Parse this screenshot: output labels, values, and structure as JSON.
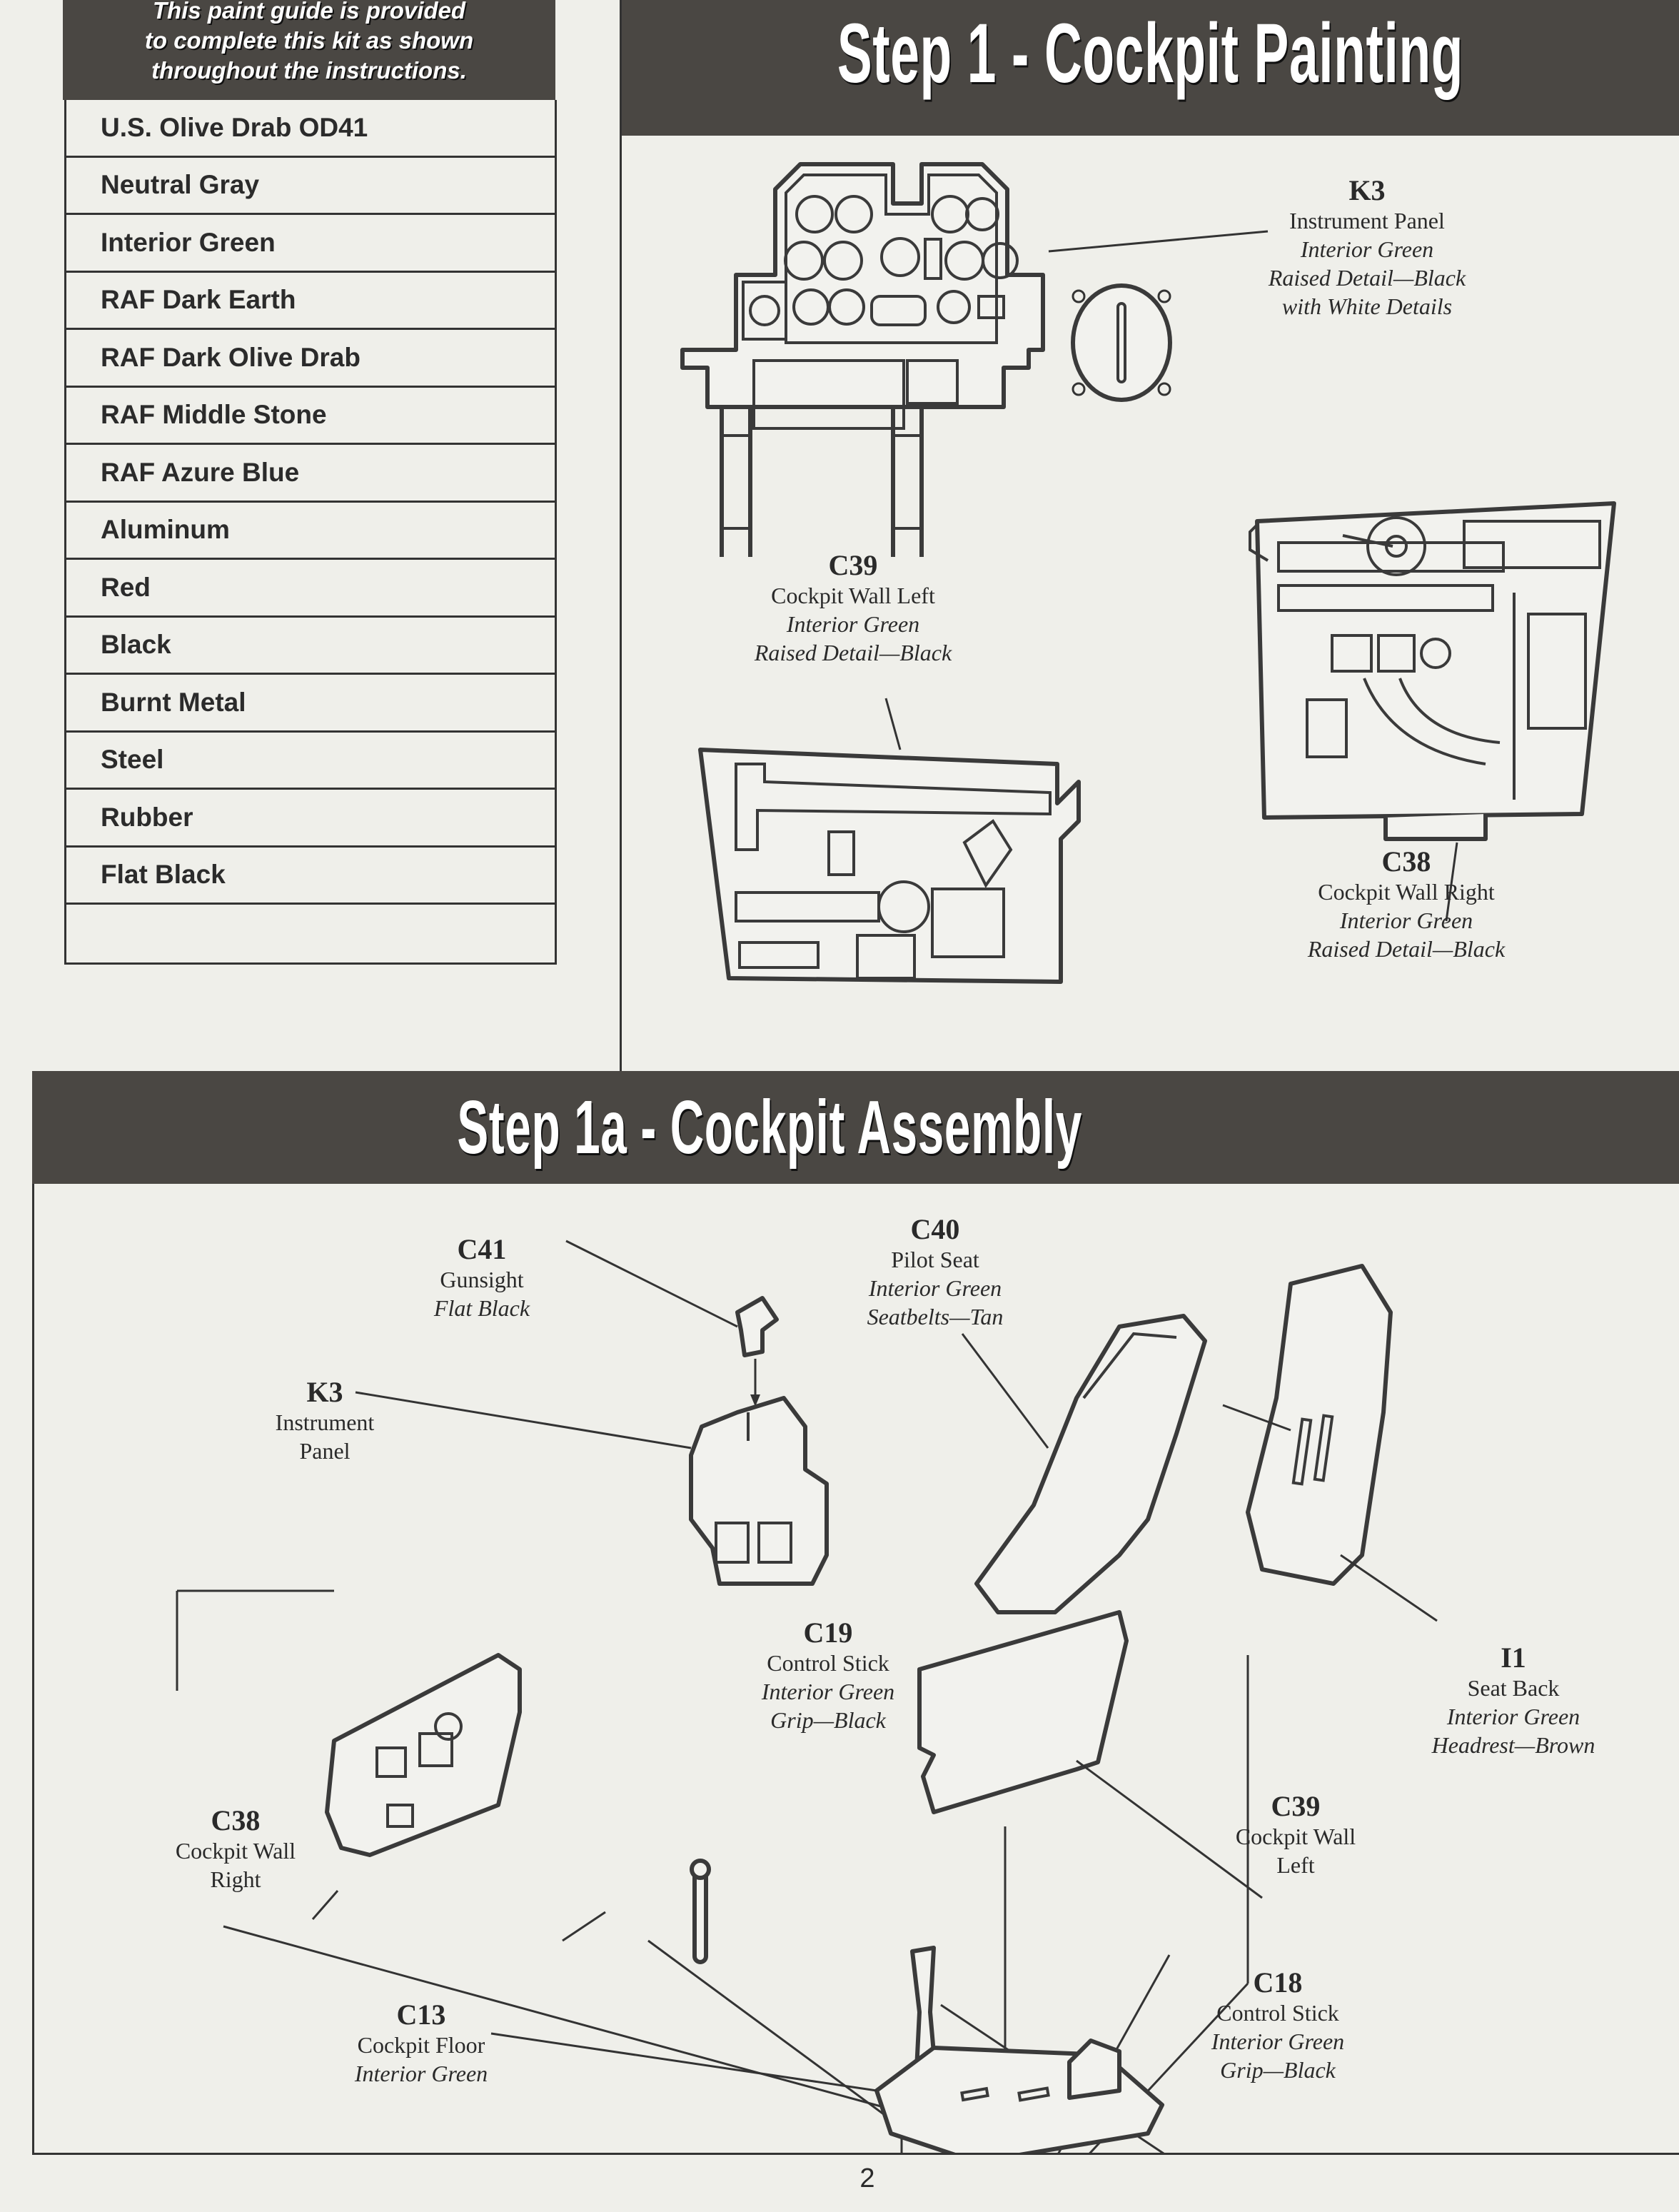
{
  "paint_guide": {
    "intro_lines": [
      "This paint guide is provided",
      "to complete this kit as shown",
      "throughout the instructions."
    ],
    "colors": [
      "U.S. Olive Drab OD41",
      "Neutral Gray",
      "Interior Green",
      "RAF Dark Earth",
      "RAF Dark Olive Drab",
      "RAF Middle Stone",
      "RAF Azure Blue",
      "Aluminum",
      "Red",
      "Black",
      "Burnt Metal",
      "Steel",
      "Rubber",
      "Flat Black",
      ""
    ]
  },
  "step1": {
    "title": "Step 1 - Cockpit  Painting",
    "callouts": {
      "k3": {
        "part": "K3",
        "name": "Instrument Panel",
        "notes": [
          "Interior Green",
          "Raised Detail—Black",
          "with White Details"
        ]
      },
      "c39": {
        "part": "C39",
        "name": "Cockpit Wall Left",
        "notes": [
          "Interior Green",
          "Raised Detail—Black"
        ]
      },
      "c38": {
        "part": "C38",
        "name": "Cockpit Wall Right",
        "notes": [
          "Interior Green",
          "Raised Detail—Black"
        ]
      }
    }
  },
  "step1a": {
    "title": "Step 1a - Cockpit  Assembly",
    "callouts": {
      "c41": {
        "part": "C41",
        "name": "Gunsight",
        "notes": [
          "Flat Black"
        ]
      },
      "c40": {
        "part": "C40",
        "name": "Pilot Seat",
        "notes": [
          "Interior Green",
          "Seatbelts—Tan"
        ]
      },
      "k3": {
        "part": "K3",
        "name_lines": [
          "Instrument",
          "Panel"
        ]
      },
      "c19": {
        "part": "C19",
        "name": "Control Stick",
        "notes": [
          "Interior Green",
          "Grip—Black"
        ]
      },
      "i1": {
        "part": "I1",
        "name": "Seat Back",
        "notes": [
          "Interior Green",
          "Headrest—Brown"
        ]
      },
      "c38": {
        "part": "C38",
        "name_lines": [
          "Cockpit Wall",
          "Right"
        ]
      },
      "c39": {
        "part": "C39",
        "name_lines": [
          "Cockpit Wall",
          "Left"
        ]
      },
      "c18": {
        "part": "C18",
        "name": "Control Stick",
        "notes": [
          "Interior Green",
          "Grip—Black"
        ]
      },
      "c13": {
        "part": "C13",
        "name": "Cockpit Floor",
        "notes": [
          "Interior Green"
        ]
      }
    }
  },
  "footer": {
    "page_number": "2"
  },
  "colors": {
    "header_bg": "#4a4743",
    "paper": "#efefea",
    "ink": "#2b2b2b"
  }
}
